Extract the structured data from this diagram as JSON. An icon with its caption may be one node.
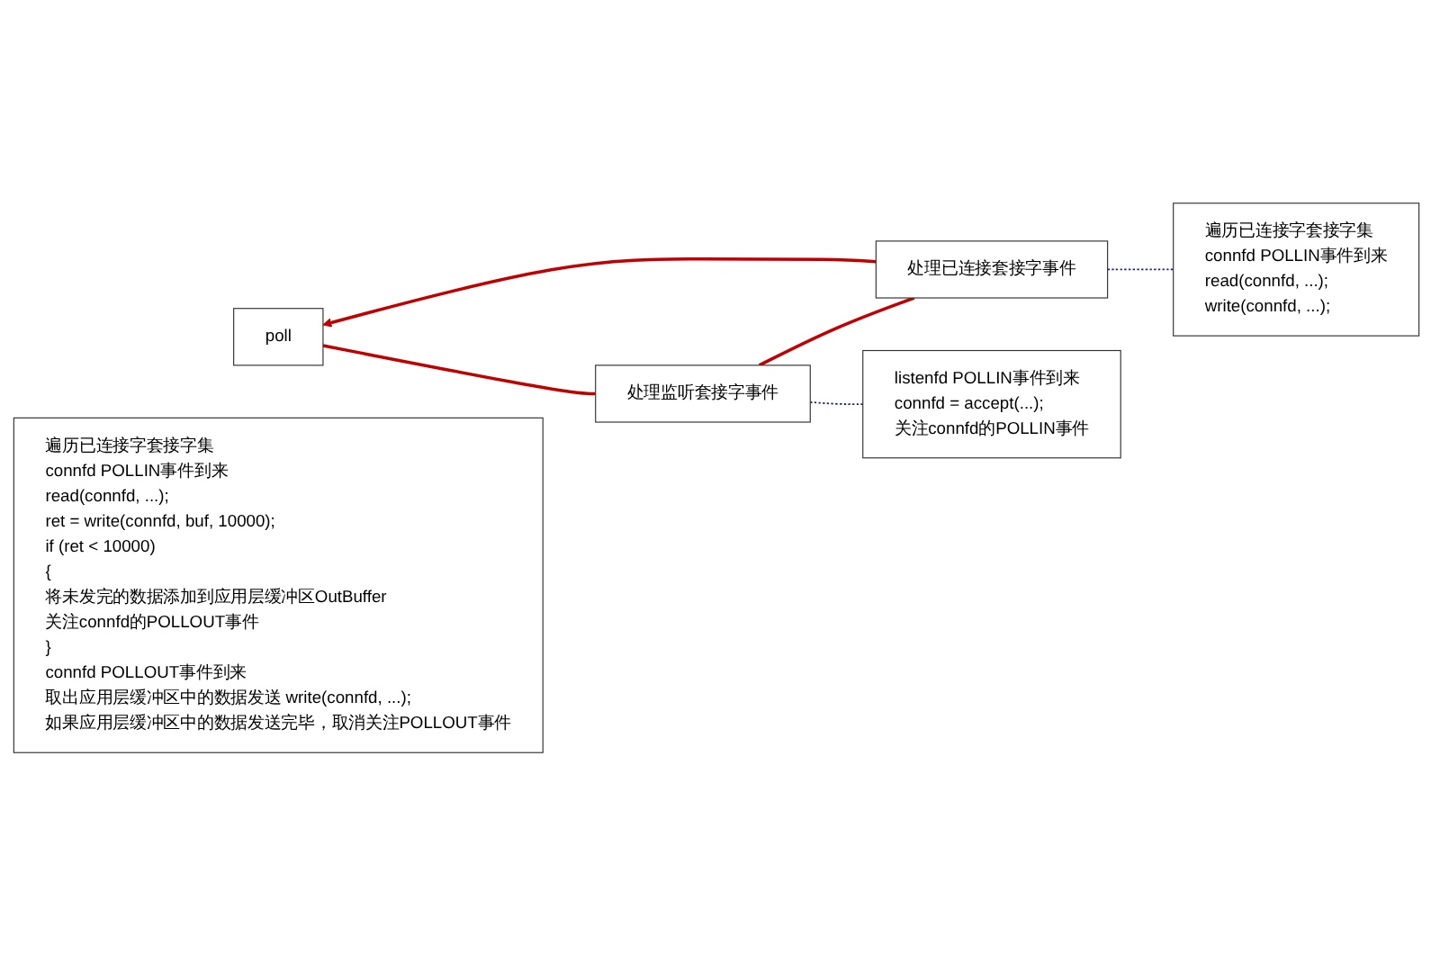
{
  "diagram": {
    "nodes": [
      {
        "text": [
          "poll"
        ]
      },
      {
        "text": [
          "处理监听套接字事件"
        ]
      },
      {
        "text": [
          "处理已连接套接字事件"
        ]
      },
      {
        "text": [
          "listenfd POLLIN事件到来",
          "connfd = accept(...);",
          "关注connfd的POLLIN事件"
        ]
      },
      {
        "text": [
          "遍历已连接字套接字集",
          "connfd POLLIN事件到来",
          "read(connfd, ...);",
          "write(connfd, ...);"
        ]
      },
      {
        "text": [
          "遍历已连接字套接字集",
          "connfd POLLIN事件到来",
          "read(connfd, ...);",
          "ret = write(connfd, buf, 10000);",
          "if (ret < 10000)",
          "{",
          "将未发完的数据添加到应用层缓冲区OutBuffer",
          "关注connfd的POLLOUT事件",
          "}",
          "connfd POLLOUT事件到来",
          "取出应用层缓冲区中的数据发送  write(connfd, ...);",
          "如果应用层缓冲区中的数据发送完毕，取消关注POLLOUT事件"
        ]
      }
    ],
    "edges": [
      {
        "from": 0,
        "to": 1,
        "arrow": "none"
      },
      {
        "from": 1,
        "to": 2,
        "arrow": "none"
      },
      {
        "from": 2,
        "to": 0,
        "arrow": "to"
      },
      {
        "from": 1,
        "to": 3,
        "arrow": "none",
        "style": "dashed",
        "color": "#1f1f7a"
      },
      {
        "from": 2,
        "to": 4,
        "arrow": "none",
        "style": "dashed",
        "color": "#1f1f7a"
      }
    ]
  }
}
